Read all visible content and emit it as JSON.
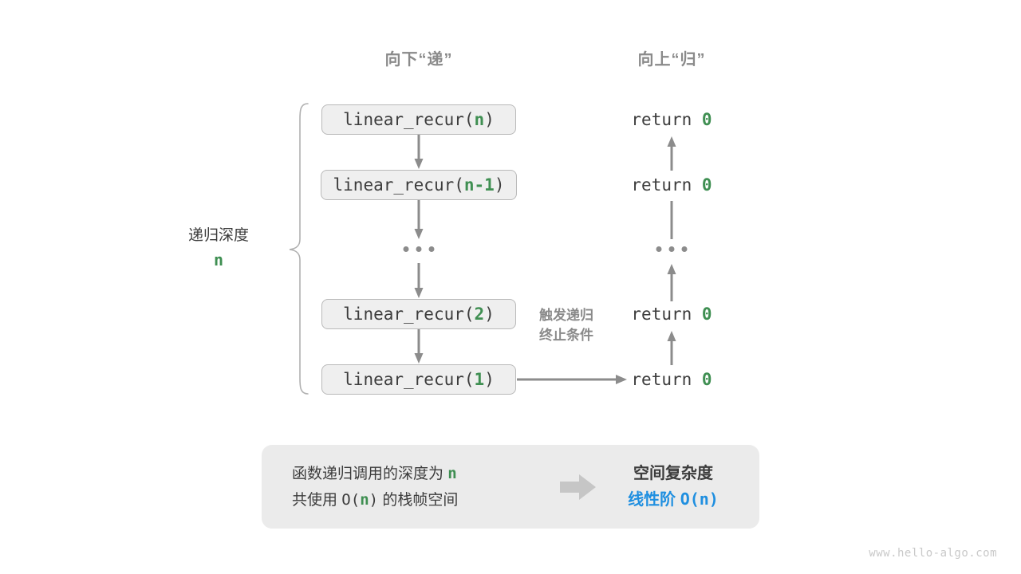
{
  "headers": {
    "down": "向下“递”",
    "up": "向上“归”"
  },
  "colors": {
    "accent_green": "#3f8f52",
    "accent_blue": "#1f8fe0",
    "arrow_gray": "#8c8c8c",
    "box_fill": "#efefef",
    "box_border": "#b9b9b9",
    "panel_fill": "#ebebeb",
    "text_dark": "#3c3c3c",
    "text_gray": "#8a8a8a",
    "watermark": "#c9c9c9"
  },
  "call_stack": {
    "boxes": [
      {
        "prefix": "linear_recur(",
        "arg": "n",
        "suffix": ")"
      },
      {
        "prefix": "linear_recur(",
        "arg": "n-1",
        "suffix": ")"
      },
      {
        "prefix": "linear_recur(",
        "arg": "2",
        "suffix": ")"
      },
      {
        "prefix": "linear_recur(",
        "arg": "1",
        "suffix": ")"
      }
    ],
    "ellipsis": "..."
  },
  "returns": {
    "items": [
      {
        "keyword": "return",
        "value": "0"
      },
      {
        "keyword": "return",
        "value": "0"
      },
      {
        "keyword": "return",
        "value": "0"
      },
      {
        "keyword": "return",
        "value": "0"
      }
    ],
    "ellipsis": "..."
  },
  "depth": {
    "label": "递归深度",
    "value": "n"
  },
  "trigger_note": {
    "line1": "触发递归",
    "line2": "终止条件"
  },
  "summary": {
    "left_line1_a": "函数递归调用的深度为",
    "left_line1_n": "n",
    "left_line2_a": "共使用",
    "left_line2_o": "O(",
    "left_line2_n": "n",
    "left_line2_c": ")",
    "left_line2_b": "的栈帧空间",
    "right_title": "空间复杂度",
    "right_value_a": "线性阶",
    "right_value_b": "O(n)"
  },
  "watermark": "www.hello-algo.com"
}
